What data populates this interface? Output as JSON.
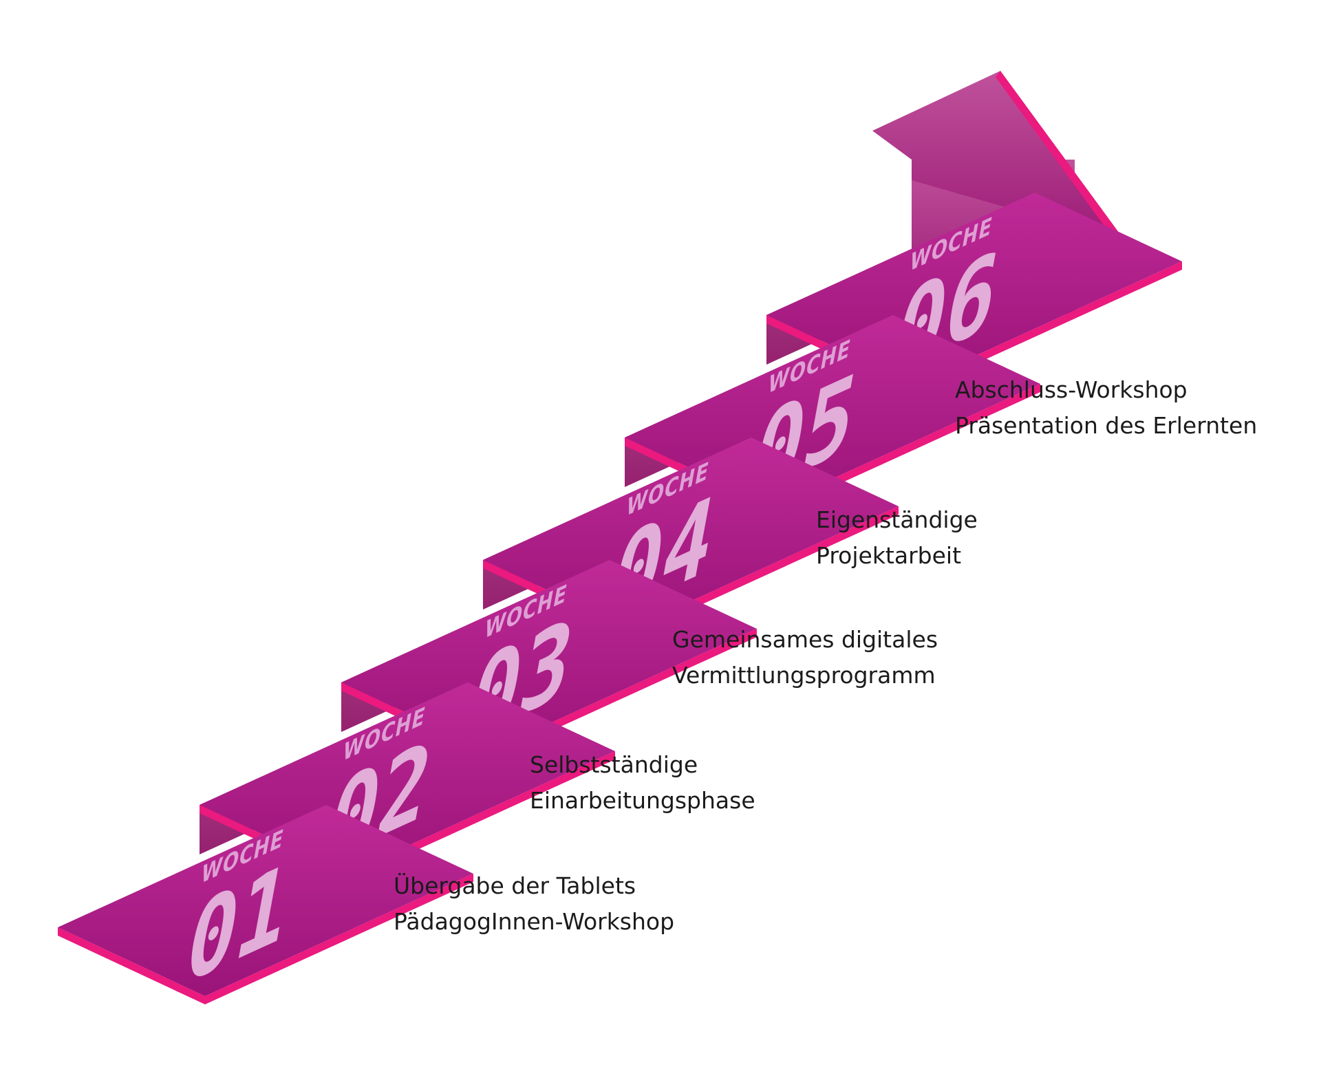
{
  "steps": [
    {
      "week_label": "WOCHE",
      "week_number": "01",
      "lines": [
        "Übergabe der Tablets",
        "PädagogInnen-Workshop"
      ]
    },
    {
      "week_label": "WOCHE",
      "week_number": "02",
      "lines": [
        "Selbstständige",
        "Einarbeitungsphase"
      ]
    },
    {
      "week_label": "WOCHE",
      "week_number": "03",
      "lines": [
        "Gemeinsames digitales",
        "Vermittlungsprogramm"
      ]
    },
    {
      "week_label": "WOCHE",
      "week_number": "04",
      "lines": [
        "Eigenständige",
        "Projektarbeit"
      ]
    },
    {
      "week_label": "WOCHE",
      "week_number": "05",
      "lines": [
        "Abschluss-Workshop",
        "Präsentation des Erlernten"
      ]
    },
    {
      "week_label": "WOCHE",
      "week_number": "06",
      "lines": []
    }
  ],
  "colors": {
    "tread_light": "#c02a98",
    "tread_dark": "#9a1478",
    "riser_light": "#b84f98",
    "riser_dark": "#95216f",
    "edge": "#ea1a7f",
    "arrow_light": "#c0529b",
    "arrow_dark": "#9b1a76",
    "week_text": "#e2add8",
    "caption_text": "#1b1b1b"
  }
}
